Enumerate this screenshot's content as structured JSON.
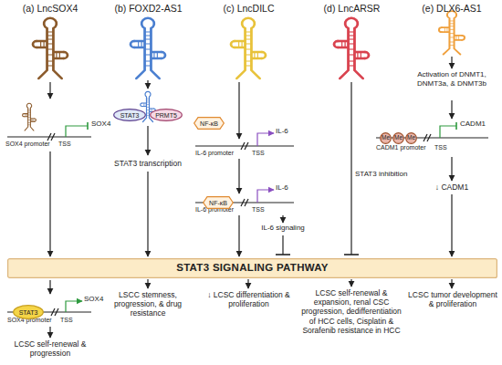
{
  "diagram": {
    "nodes": [
      {
        "text": [
          "STAT3"
        ]
      },
      {
        "text": [
          "PRMT5"
        ]
      },
      {
        "text": [
          "NF-κB"
        ]
      },
      {
        "text": [
          "NF-κB"
        ]
      },
      {
        "text": [
          "Me"
        ]
      },
      {
        "text": [
          "Me"
        ]
      },
      {
        "text": [
          "Me"
        ]
      },
      {
        "text": [
          "STAT3 SIGNALING PATHWAY"
        ]
      },
      {
        "text": [
          "STAT3"
        ]
      }
    ],
    "labels": [
      "(a) LncSOX4",
      "(b) FOXD2-AS1",
      "(c) LncDILC",
      "(d) LncARSR",
      "(e) DLX6-AS1",
      "SOX4",
      "SOX4 promoter",
      "TSS",
      "STAT3 transcription",
      "IL-6",
      "IL-6 promoter",
      "TSS",
      "IL-6",
      "IL-6 promoter",
      "TSS",
      "IL-6 signaling",
      "STAT3 inhibition",
      "Activation of DNMT1, DNMT3a, & DNMT3b",
      "CADM1",
      "CADM1 promoter",
      "TSS",
      "↓ CADM1",
      "SOX4",
      "SOX4 promoter",
      "TSS",
      "LCSC self-renewal & progression",
      "LSCC stemness, progression, & drug resistance",
      "↓ LCSC differentiation & proliferation",
      "LCSC self-renewal & expansion, renal CSC progression, dedifferentiation of HCC cells, Cisplatin & Sorafenib resistance in HCC",
      "LCSC tumor development & proliferation"
    ]
  }
}
